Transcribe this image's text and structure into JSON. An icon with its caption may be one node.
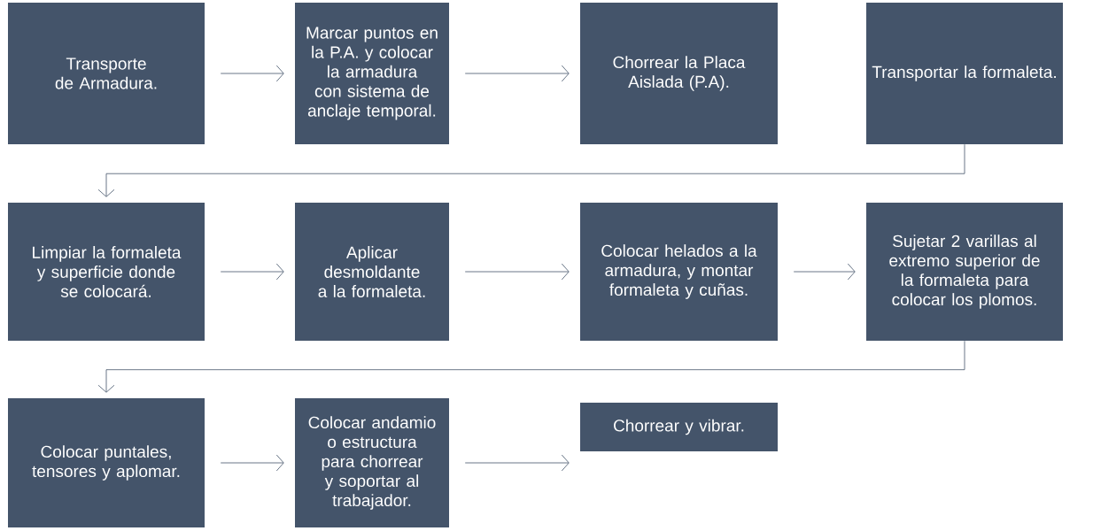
{
  "diagram": {
    "nodes": [
      {
        "text": [
          "Transporte de Armadura."
        ]
      },
      {
        "text": [
          "Marcar puntos en la P.A. y colocar la armadura con sistema de anclaje temporal."
        ]
      },
      {
        "text": [
          "Chorrear la Placa Aislada (P.A)."
        ]
      },
      {
        "text": [
          "Transportar la formaleta."
        ]
      },
      {
        "text": [
          "Limpiar la formaleta y superficie donde se colocará."
        ]
      },
      {
        "text": [
          "Aplicar desmoldante a la formaleta."
        ]
      },
      {
        "text": [
          "Colocar helados a la armadura, y montar formaleta y cuñas."
        ]
      },
      {
        "text": [
          "Sujetar 2 varillas al extremo superior de la formaleta para colocar los plomos."
        ]
      },
      {
        "text": [
          "Colocar puntales, tensores y aplomar."
        ]
      },
      {
        "text": [
          "Colocar andamio o estructura para chorrear y soportar al trabajador."
        ]
      },
      {
        "text": [
          "Chorrear y vibrar."
        ]
      }
    ],
    "edges": [
      {
        "from": 0,
        "to": 1,
        "arrow": "to"
      },
      {
        "from": 1,
        "to": 2,
        "arrow": "to"
      },
      {
        "from": 3,
        "to": 4,
        "arrow": "to"
      },
      {
        "from": 4,
        "to": 5,
        "arrow": "to"
      },
      {
        "from": 5,
        "to": 6,
        "arrow": "to"
      },
      {
        "from": 6,
        "to": 7,
        "arrow": "to"
      },
      {
        "from": 7,
        "to": 8,
        "arrow": "to"
      },
      {
        "from": 8,
        "to": 9,
        "arrow": "to"
      },
      {
        "from": 9,
        "to": 10,
        "arrow": "to"
      }
    ]
  }
}
